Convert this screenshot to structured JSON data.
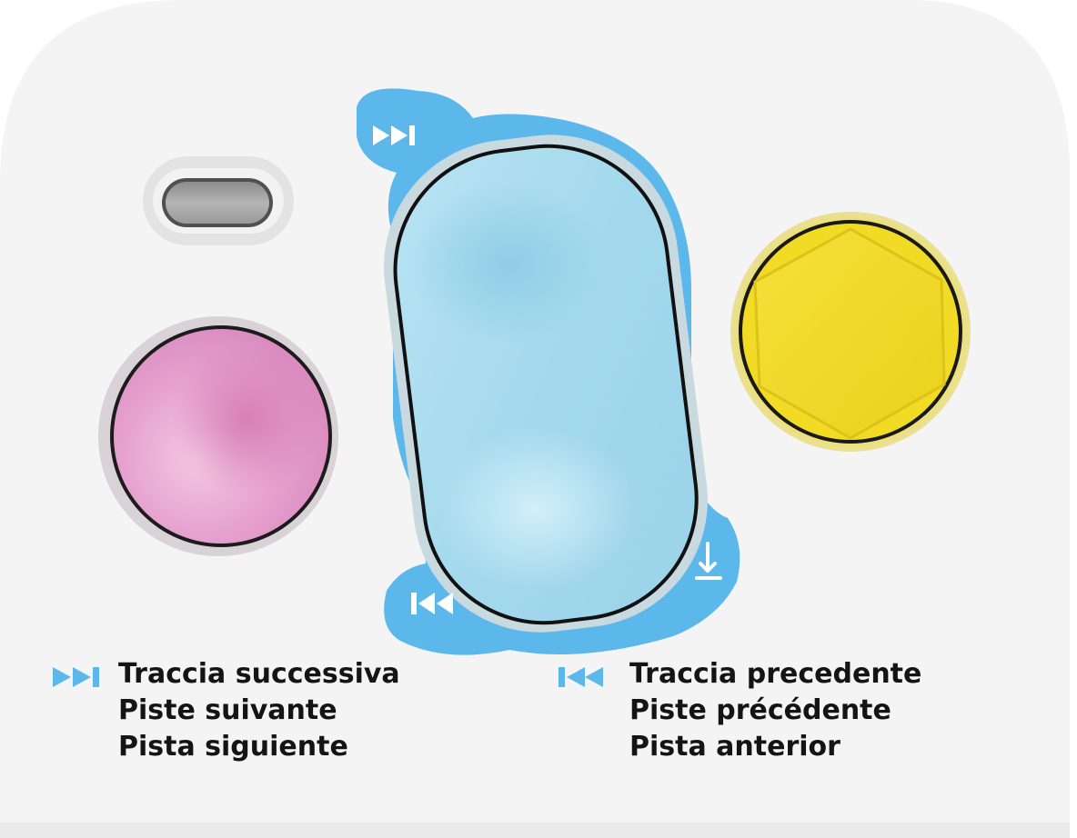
{
  "colors": {
    "background": "#f4f4f4",
    "highlight": "#5cb8ea",
    "pink_button": "#e39cca",
    "blue_button": "#a6dcef",
    "yellow_button": "#f1d923",
    "text": "#141414"
  },
  "icons": {
    "next": "next-track-icon",
    "previous": "previous-track-icon",
    "download": "download-arrow-icon"
  },
  "legend": {
    "next": {
      "lines": [
        "Traccia successiva",
        "Piste suivante",
        "Pista siguiente"
      ]
    },
    "previous": {
      "lines": [
        "Traccia precedente",
        "Piste précédente",
        "Pista anterior"
      ]
    }
  }
}
